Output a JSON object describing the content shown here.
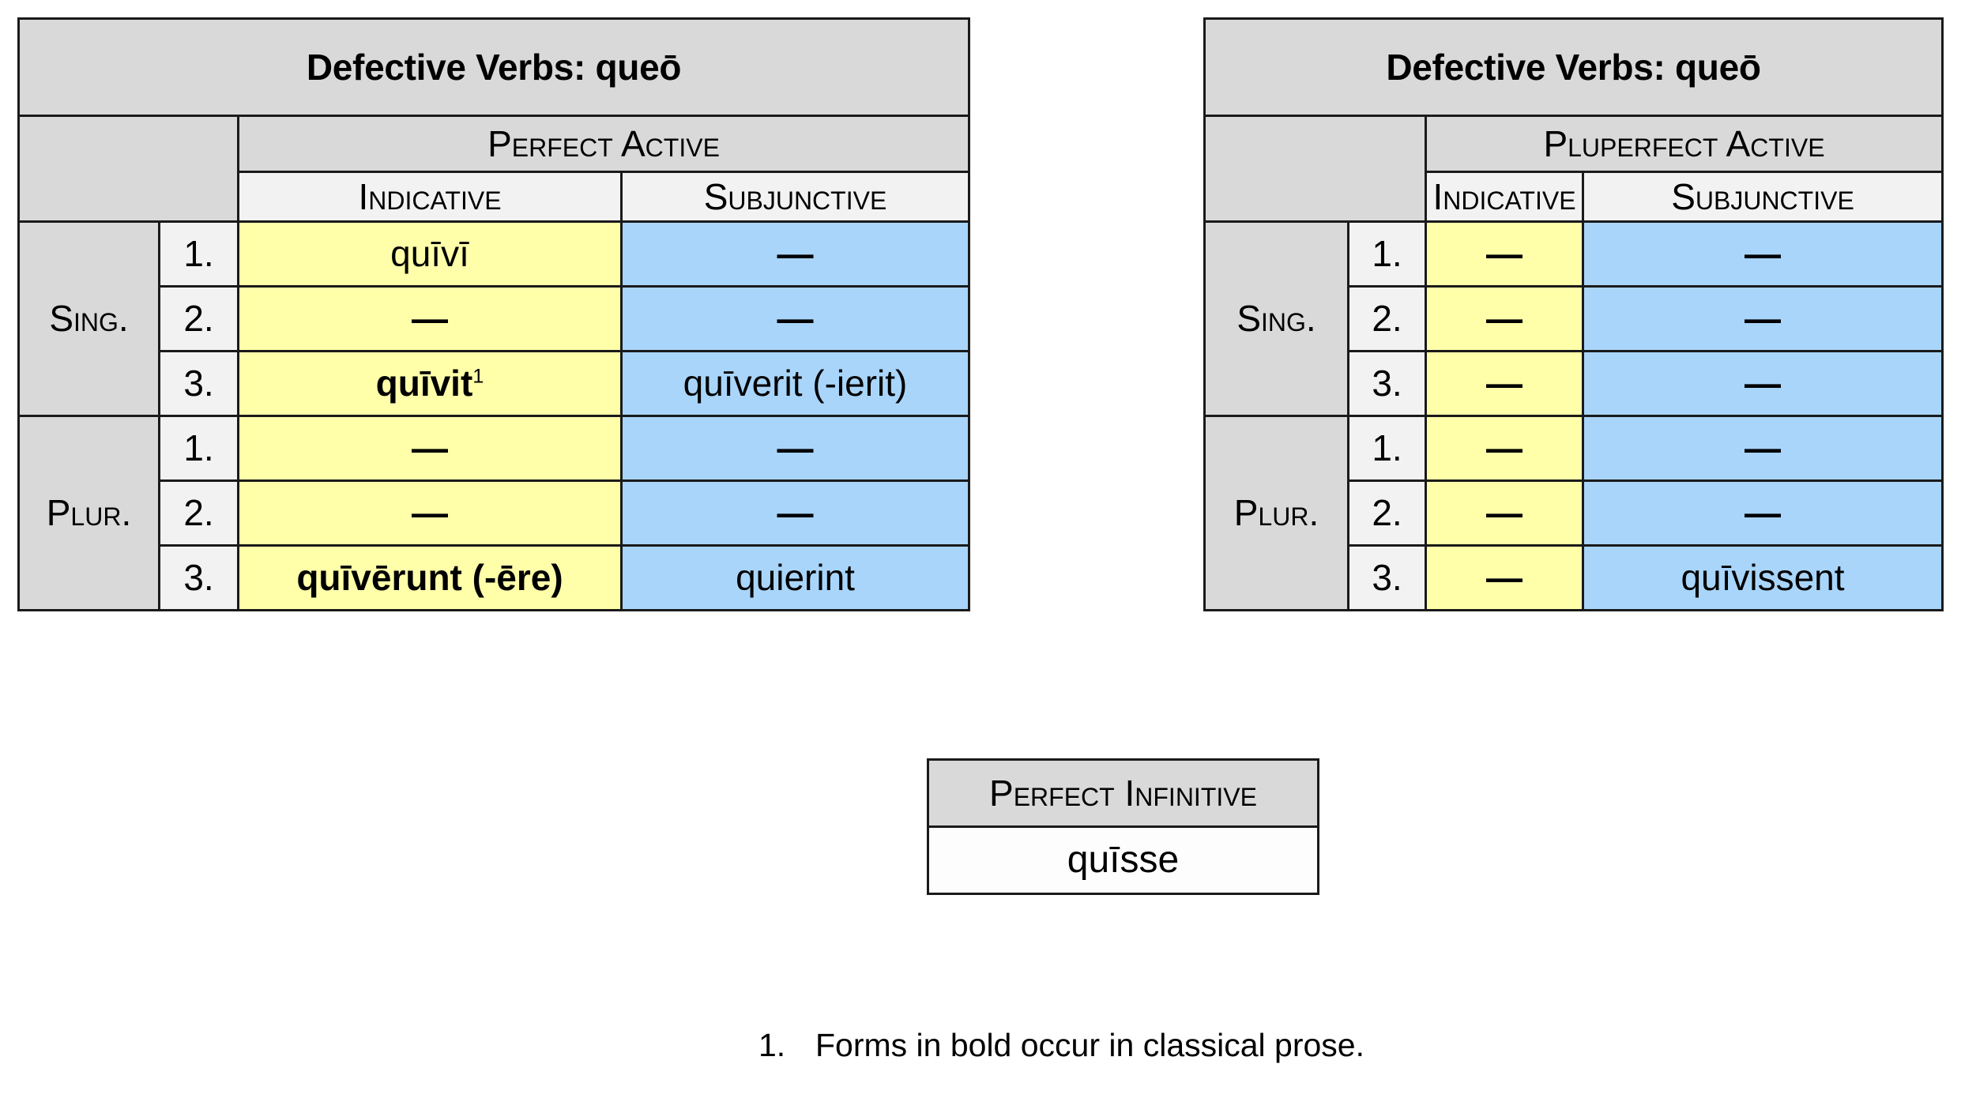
{
  "colors": {
    "header_gray": "#d9d9d9",
    "mood_gray": "#f2f2f2",
    "indicative_yellow": "#ffffaa",
    "subjunctive_blue": "#a9d5fa",
    "border": "#1a1a1a",
    "text": "#000000"
  },
  "glyphs": {
    "em_dash": "—"
  },
  "tables": {
    "perfect": {
      "title": "Defective Verbs: queō",
      "group_header": "Perfect Active",
      "mood_headers": [
        "Indicative",
        "Subjunctive"
      ],
      "number_labels": [
        "Sing.",
        "Plur."
      ],
      "person_labels": [
        "1.",
        "2.",
        "3.",
        "1.",
        "2.",
        "3."
      ],
      "rows": [
        {
          "number": "Sing.",
          "person": "1.",
          "indicative": "quīvī",
          "indicative_bold": false,
          "indicative_note": "",
          "subjunctive": "—",
          "subjunctive_bold": false
        },
        {
          "number": "Sing.",
          "person": "2.",
          "indicative": "—",
          "indicative_bold": false,
          "indicative_note": "",
          "subjunctive": "—",
          "subjunctive_bold": false
        },
        {
          "number": "Sing.",
          "person": "3.",
          "indicative": "quīvit",
          "indicative_bold": true,
          "indicative_note": "1",
          "subjunctive": "quīverit (-ierit)",
          "subjunctive_bold": false
        },
        {
          "number": "Plur.",
          "person": "1.",
          "indicative": "—",
          "indicative_bold": false,
          "indicative_note": "",
          "subjunctive": "—",
          "subjunctive_bold": false
        },
        {
          "number": "Plur.",
          "person": "2.",
          "indicative": "—",
          "indicative_bold": false,
          "indicative_note": "",
          "subjunctive": "—",
          "subjunctive_bold": false
        },
        {
          "number": "Plur.",
          "person": "3.",
          "indicative": "quīvērunt (-ēre)",
          "indicative_bold": true,
          "indicative_note": "",
          "subjunctive": "quierint",
          "subjunctive_bold": false
        }
      ]
    },
    "pluperfect": {
      "title": "Defective Verbs: queō",
      "group_header": "Pluperfect Active",
      "mood_headers": [
        "Indicative",
        "Subjunctive"
      ],
      "number_labels": [
        "Sing.",
        "Plur."
      ],
      "person_labels": [
        "1.",
        "2.",
        "3.",
        "1.",
        "2.",
        "3."
      ],
      "rows": [
        {
          "number": "Sing.",
          "person": "1.",
          "indicative": "—",
          "indicative_bold": false,
          "subjunctive": "—",
          "subjunctive_bold": false
        },
        {
          "number": "Sing.",
          "person": "2.",
          "indicative": "—",
          "indicative_bold": false,
          "subjunctive": "—",
          "subjunctive_bold": false
        },
        {
          "number": "Sing.",
          "person": "3.",
          "indicative": "—",
          "indicative_bold": false,
          "subjunctive": "—",
          "subjunctive_bold": false
        },
        {
          "number": "Plur.",
          "person": "1.",
          "indicative": "—",
          "indicative_bold": false,
          "subjunctive": "—",
          "subjunctive_bold": false
        },
        {
          "number": "Plur.",
          "person": "2.",
          "indicative": "—",
          "indicative_bold": false,
          "subjunctive": "—",
          "subjunctive_bold": false
        },
        {
          "number": "Plur.",
          "person": "3.",
          "indicative": "—",
          "indicative_bold": false,
          "subjunctive": "quīvissent",
          "subjunctive_bold": false
        }
      ]
    },
    "infinitive": {
      "header": "Perfect Infinitive",
      "value": "quīsse"
    }
  },
  "footnote": {
    "number": "1.",
    "text": "Forms in bold occur in classical prose."
  }
}
